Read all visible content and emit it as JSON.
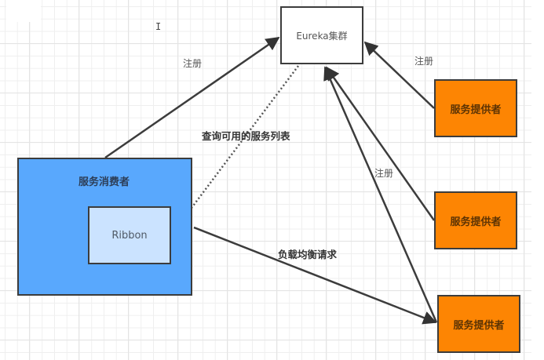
{
  "diagram": {
    "nodes": {
      "eureka": "Eureka集群",
      "consumer": "服务消费者",
      "ribbon": "Ribbon",
      "provider_1": "服务提供者",
      "provider_2": "服务提供者",
      "provider_3": "服务提供者"
    },
    "edges": [
      {
        "from": "consumer",
        "to": "eureka",
        "label": "注册",
        "style": "solid"
      },
      {
        "from": "eureka",
        "to": "ribbon",
        "label": "查询可用的服务列表",
        "style": "dotted"
      },
      {
        "from": "provider_1",
        "to": "eureka",
        "label": "注册",
        "style": "solid"
      },
      {
        "from": "provider_2",
        "to": "eureka",
        "label": "注册",
        "style": "solid"
      },
      {
        "from": "provider_3",
        "to": "eureka",
        "label": "",
        "style": "solid"
      },
      {
        "from": "ribbon",
        "to": "provider_3",
        "label": "负载均衡请求",
        "style": "solid"
      }
    ],
    "labels": {
      "register_left": "注册",
      "register_right": "注册",
      "register_middle": "注册",
      "query_service_list": "查询可用的服务列表",
      "load_balance_request": "负载均衡请求"
    },
    "colors": {
      "consumer_fill": "#59a8fd",
      "ribbon_fill": "#cbe3ff",
      "provider_fill": "#fd8503",
      "eureka_fill": "#ffffff",
      "stroke": "#3c3c3c"
    },
    "cursor_glyph": "I"
  }
}
